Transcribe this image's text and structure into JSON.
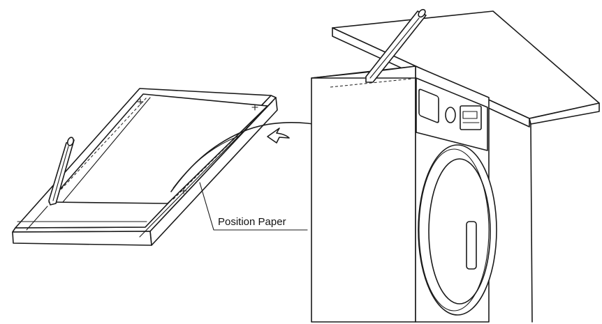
{
  "callout": {
    "label": "Position Paper"
  },
  "icons": [
    "pencil-icon",
    "pencil-icon",
    "plus-mark",
    "curved-arrow"
  ],
  "colors": {
    "line": "#1a1a1a",
    "background": "#ffffff"
  }
}
